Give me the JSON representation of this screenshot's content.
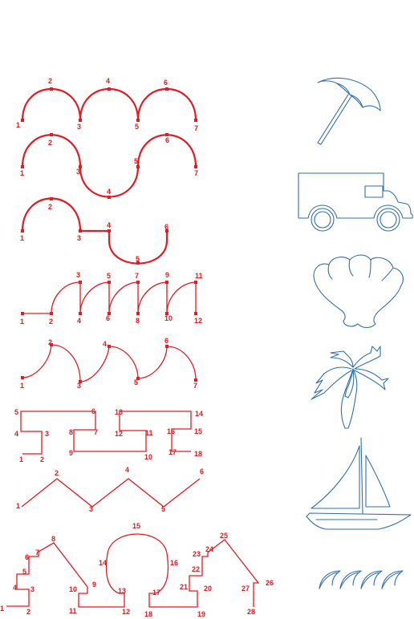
{
  "colors": {
    "trace": "#e31b23",
    "picture": "#2f6fb3",
    "background": "#ffffff"
  },
  "rows": [
    {
      "id": "arches",
      "labels": [
        "1",
        "2",
        "3",
        "4",
        "5",
        "6",
        "7"
      ]
    },
    {
      "id": "wave",
      "labels": [
        "1",
        "2",
        "3",
        "4",
        "5",
        "6",
        "7"
      ]
    },
    {
      "id": "hump-step",
      "labels": [
        "1",
        "2",
        "3",
        "4",
        "5",
        "6"
      ]
    },
    {
      "id": "hooks",
      "labels": [
        "1",
        "2",
        "3",
        "4",
        "5",
        "6",
        "7",
        "8",
        "9",
        "10",
        "11",
        "12"
      ]
    },
    {
      "id": "quarter-arcs",
      "labels": [
        "1",
        "2",
        "3",
        "4",
        "5",
        "6",
        "7"
      ]
    },
    {
      "id": "maze",
      "labels": [
        "1",
        "2",
        "3",
        "4",
        "5",
        "6",
        "7",
        "8",
        "9",
        "10",
        "11",
        "12",
        "13",
        "14",
        "15",
        "16",
        "17",
        "18"
      ]
    },
    {
      "id": "zigzag",
      "labels": [
        "1",
        "2",
        "3",
        "4",
        "5",
        "6"
      ]
    },
    {
      "id": "houses",
      "labels": [
        "1",
        "2",
        "3",
        "4",
        "5",
        "6",
        "7",
        "8",
        "9",
        "10",
        "11",
        "12",
        "13",
        "14",
        "15",
        "16",
        "17",
        "18",
        "19",
        "20",
        "21",
        "22",
        "23",
        "24",
        "25",
        "26",
        "27",
        "28"
      ]
    }
  ],
  "pictures": [
    "umbrella-icon",
    "truck-icon",
    "seashell-icon",
    "palm-tree-icon",
    "sailboat-icon",
    "waves-icon"
  ]
}
